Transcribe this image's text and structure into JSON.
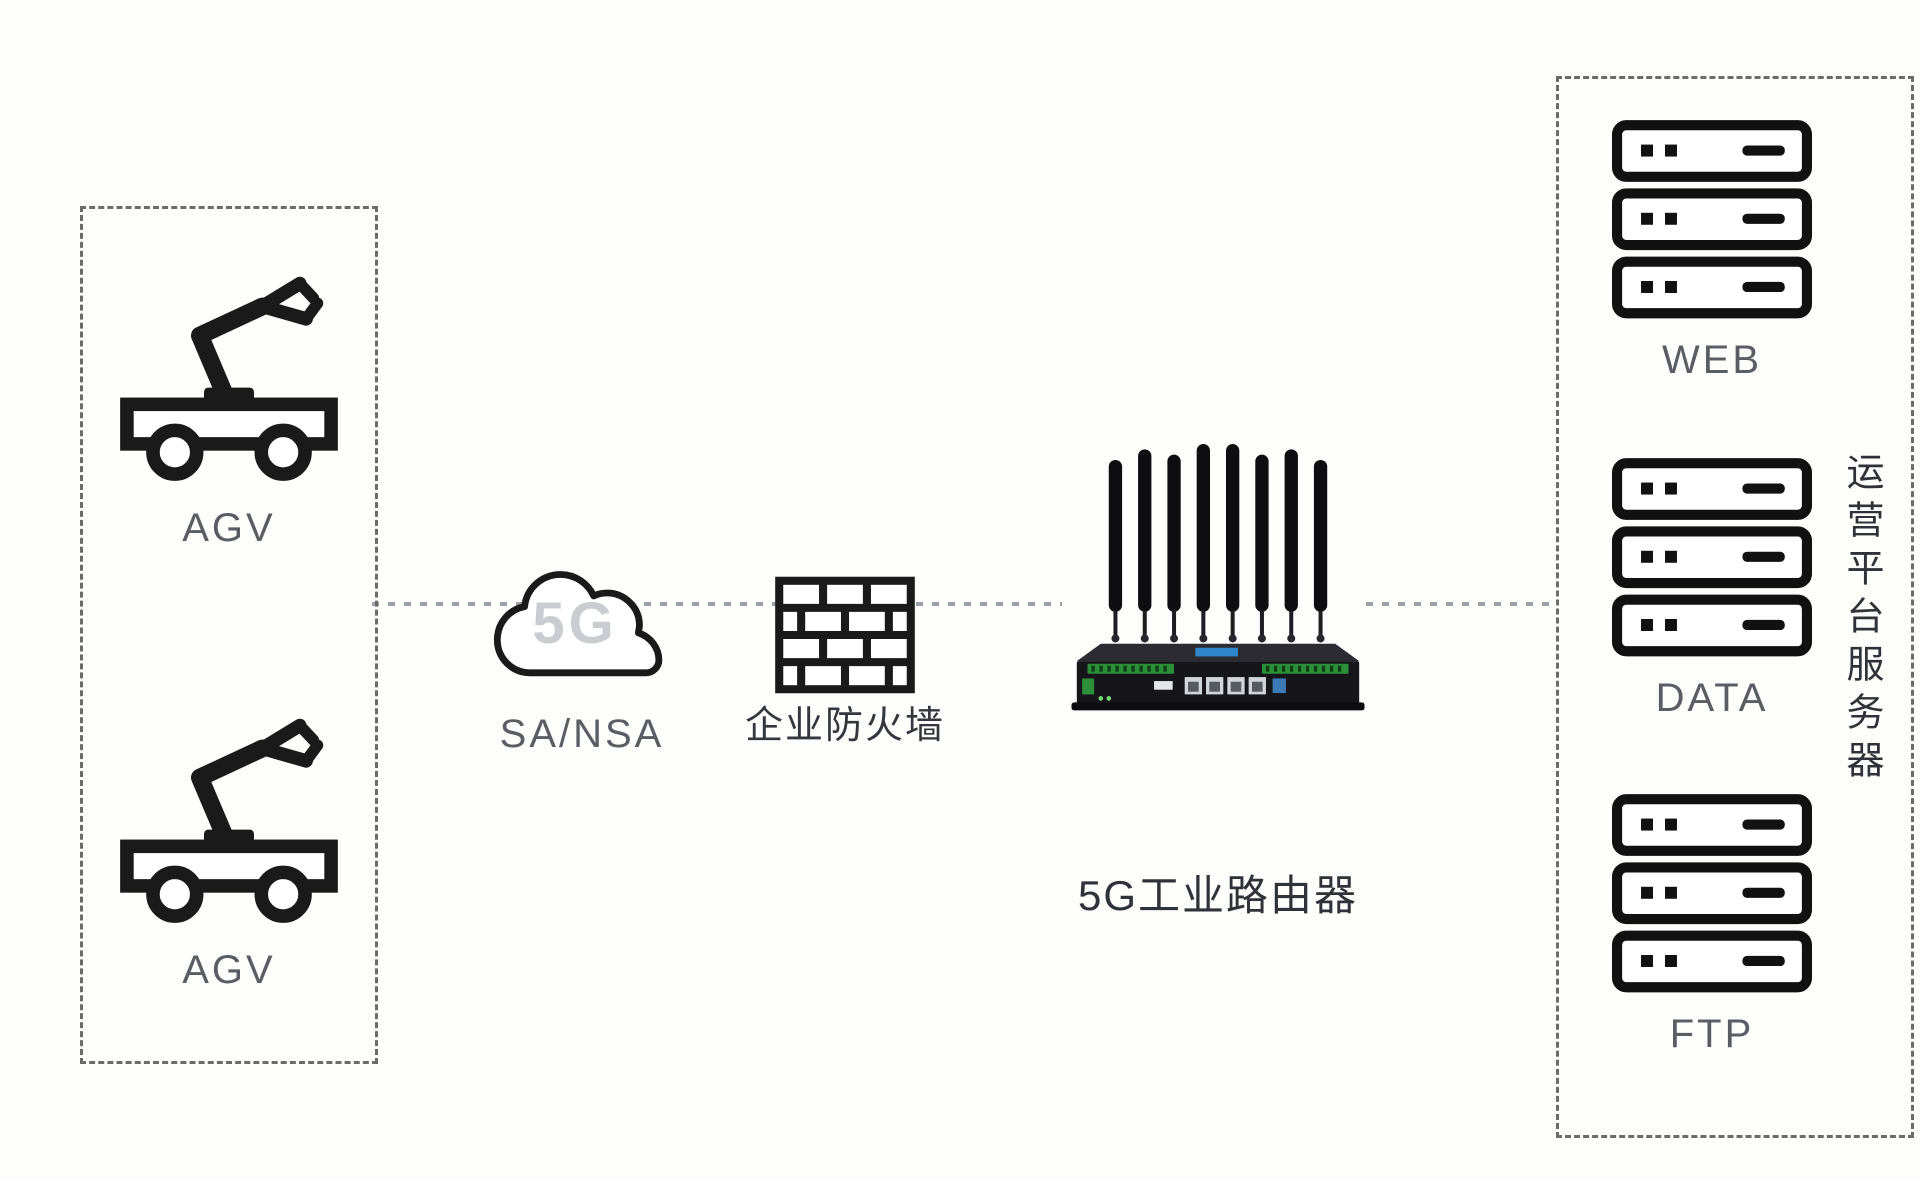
{
  "diagram": {
    "left_group": {
      "nodes": [
        {
          "label": "AGV"
        },
        {
          "label": "AGV"
        }
      ]
    },
    "cloud": {
      "badge": "5G",
      "caption": "SA/NSA"
    },
    "firewall": {
      "caption": "企业防火墙"
    },
    "router": {
      "caption": "5G工业路由器"
    },
    "right_group": {
      "servers": [
        {
          "label": "WEB"
        },
        {
          "label": "DATA"
        },
        {
          "label": "FTP"
        }
      ],
      "side_label": "运营平台服务器"
    },
    "colors": {
      "outline": "#1a1a1a",
      "caption_text": "#5a5e63",
      "cloud_badge": "#c9cdd1",
      "router_body": "#15151a",
      "router_terminal_green": "#2e8f3a",
      "router_sticker_blue": "#2f86c8",
      "dashed_border": "#6b6b6b"
    }
  }
}
